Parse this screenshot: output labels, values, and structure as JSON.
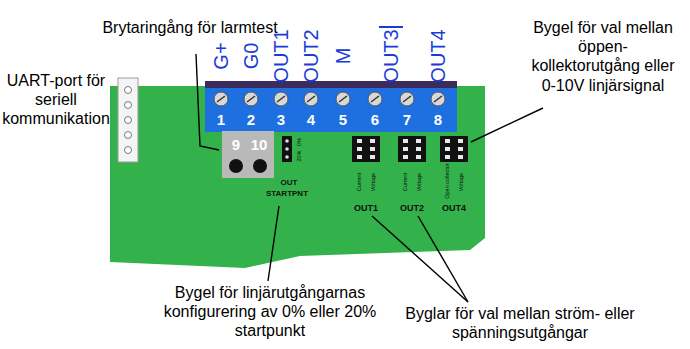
{
  "diagram": {
    "labels": [
      "Brytaringång för larmtest",
      "UART-port för seriell kommunikation",
      "Bygel för val mellan öppen-kollektorutgång eller 0-10V linjärsignal",
      "Bygel för linjärutgångarnas konfigurering av 0% eller 20% startpunkt",
      "Byglar för val mellan ström- eller spänningsutgångar",
      "G+",
      "G0",
      "OUT1",
      "OUT2",
      "M",
      "OUT3",
      "OUT4",
      "1",
      "2",
      "3",
      "4",
      "5",
      "6",
      "7",
      "8",
      "9",
      "10",
      "OUT",
      "STARTPNT",
      "0%",
      "20%",
      "OUT1",
      "OUT2",
      "OUT4",
      "Current",
      "Voltage",
      "Current",
      "Voltage",
      "Open collector",
      "Voltage"
    ]
  }
}
